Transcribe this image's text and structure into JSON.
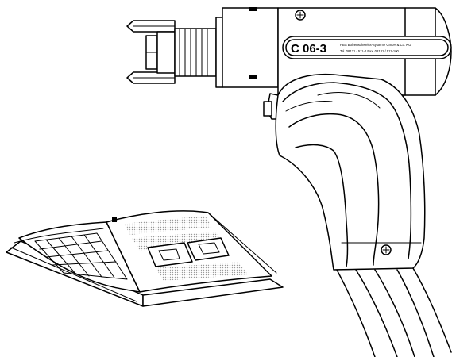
{
  "nameplate": {
    "model": "C 06-3",
    "maker_line": "HBS Bolzenschweiss-Systeme GmbH & Co. KG",
    "contact_line": "Tel. 08131 / 511-0 Fax. 08131 / 511-100"
  },
  "colors": {
    "line": "#000000",
    "background": "#ffffff",
    "halftone": "#9a9a9a"
  }
}
